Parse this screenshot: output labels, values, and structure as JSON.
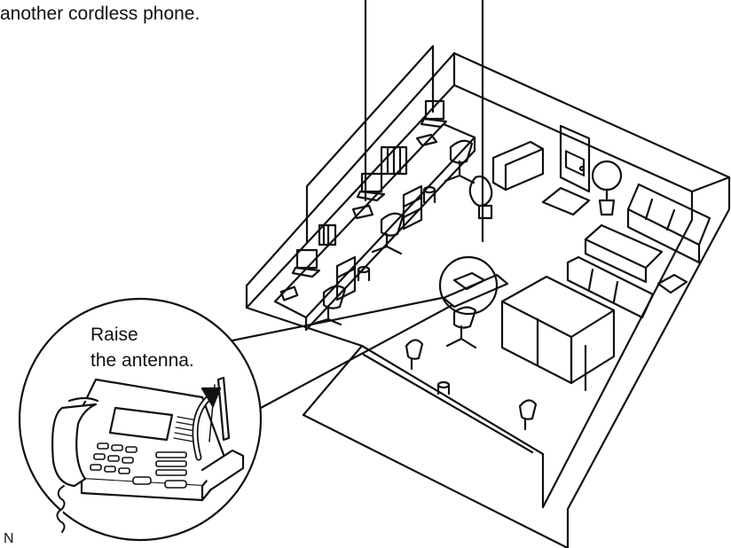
{
  "diagram": {
    "caption_partial": "another cordless phone.",
    "callout": {
      "line1": "Raise",
      "line2": "the antenna."
    },
    "cropped_label_fragment": "N"
  }
}
